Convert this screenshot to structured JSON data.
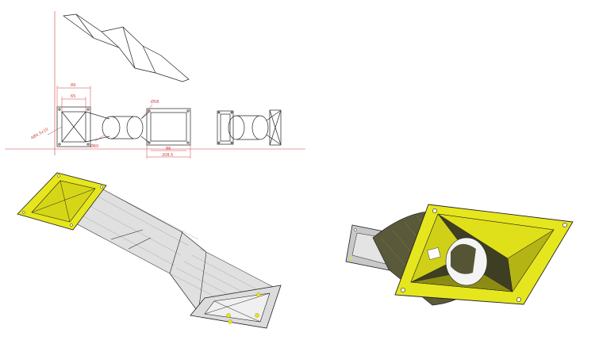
{
  "drawing": {
    "dimensions": {
      "width_outer": "89",
      "width_inner": "65",
      "diameter_left": "Ø60",
      "diameter_top": "Ø58",
      "depth_bottom": "86",
      "length_total": "208.5",
      "hole_note": "4Ø4.5x10"
    }
  },
  "colors": {
    "flange_yellow": "#e6e61e",
    "flange_dark": "#8c8c14",
    "mesh_grey": "#c8c8c8",
    "outline": "#222222",
    "dim_red": "#d04040"
  }
}
